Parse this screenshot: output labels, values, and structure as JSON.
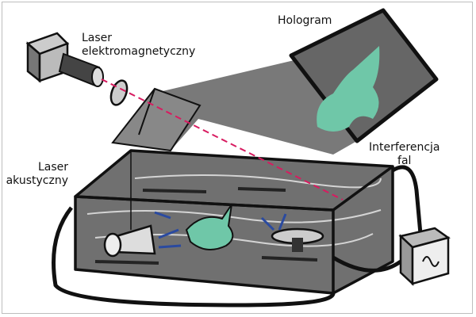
{
  "labels": {
    "em_laser_line1": "Laser",
    "em_laser_line2": "elektromagnetyczny",
    "hologram": "Hologram",
    "interference_line1": "Interferencja",
    "interference_line2": "fal",
    "acoustic_laser_line1": "Laser",
    "acoustic_laser_line2": "akustyczny"
  },
  "colors": {
    "beam": "#d81b60",
    "fish": "#6fc7a8",
    "shade": "#5f5f5f",
    "arrows": "#2a4aa0"
  }
}
